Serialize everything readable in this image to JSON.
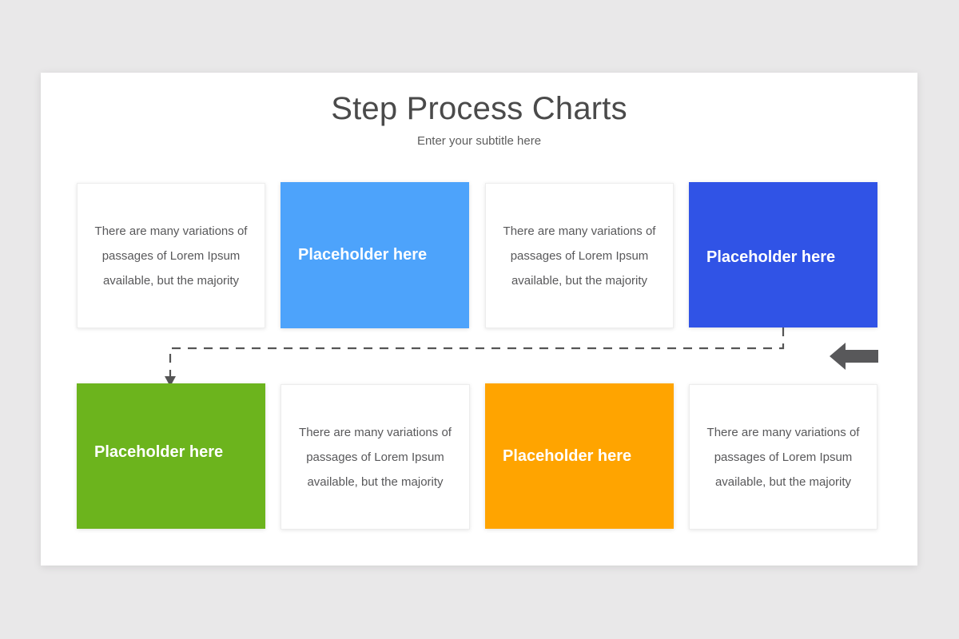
{
  "slide": {
    "title": "Step Process Charts",
    "subtitle": "Enter your subtitle here",
    "background_color": "#e9e8e9",
    "canvas_color": "#ffffff"
  },
  "body_text": "There are many variations of passages of Lorem Ipsum available, but the majority",
  "placeholder_label": "Placeholder here",
  "colors": {
    "light_blue": "#4da3fb",
    "dark_blue": "#3053e6",
    "green": "#6cb41d",
    "orange": "#ffa400",
    "connector": "#555555",
    "arrow_gray": "#58585a",
    "body_text": "#58585a",
    "title_text": "#4a4a4a"
  },
  "rows": [
    {
      "name": "top-row",
      "cards": [
        {
          "kind": "text",
          "name": "step-card-1",
          "text": "There are many variations of passages of Lorem Ipsum available, but the majority"
        },
        {
          "kind": "color",
          "name": "step-card-2",
          "label": "Placeholder here",
          "color": "#4da3fb"
        },
        {
          "kind": "text",
          "name": "step-card-3",
          "text": "There are many variations of passages of Lorem Ipsum available, but the majority"
        },
        {
          "kind": "color",
          "name": "step-card-4",
          "label": "Placeholder here",
          "color": "#3053e6"
        }
      ]
    },
    {
      "name": "bottom-row",
      "cards": [
        {
          "kind": "color",
          "name": "step-card-5",
          "label": "Placeholder here",
          "color": "#6cb41d"
        },
        {
          "kind": "text",
          "name": "step-card-6",
          "text": "There are many variations of passages of Lorem Ipsum available, but the majority"
        },
        {
          "kind": "color",
          "name": "step-card-7",
          "label": "Placeholder here",
          "color": "#ffa400"
        },
        {
          "kind": "text",
          "name": "step-card-8",
          "text": "There are many variations of passages of Lorem Ipsum available, but the majority"
        }
      ]
    }
  ],
  "connector": {
    "style": "dashed",
    "description": "dashed path from step-card-4 down, left, and into step-card-5"
  },
  "block_arrow": {
    "name": "left-block-arrow",
    "direction": "left",
    "color": "#58585a"
  }
}
